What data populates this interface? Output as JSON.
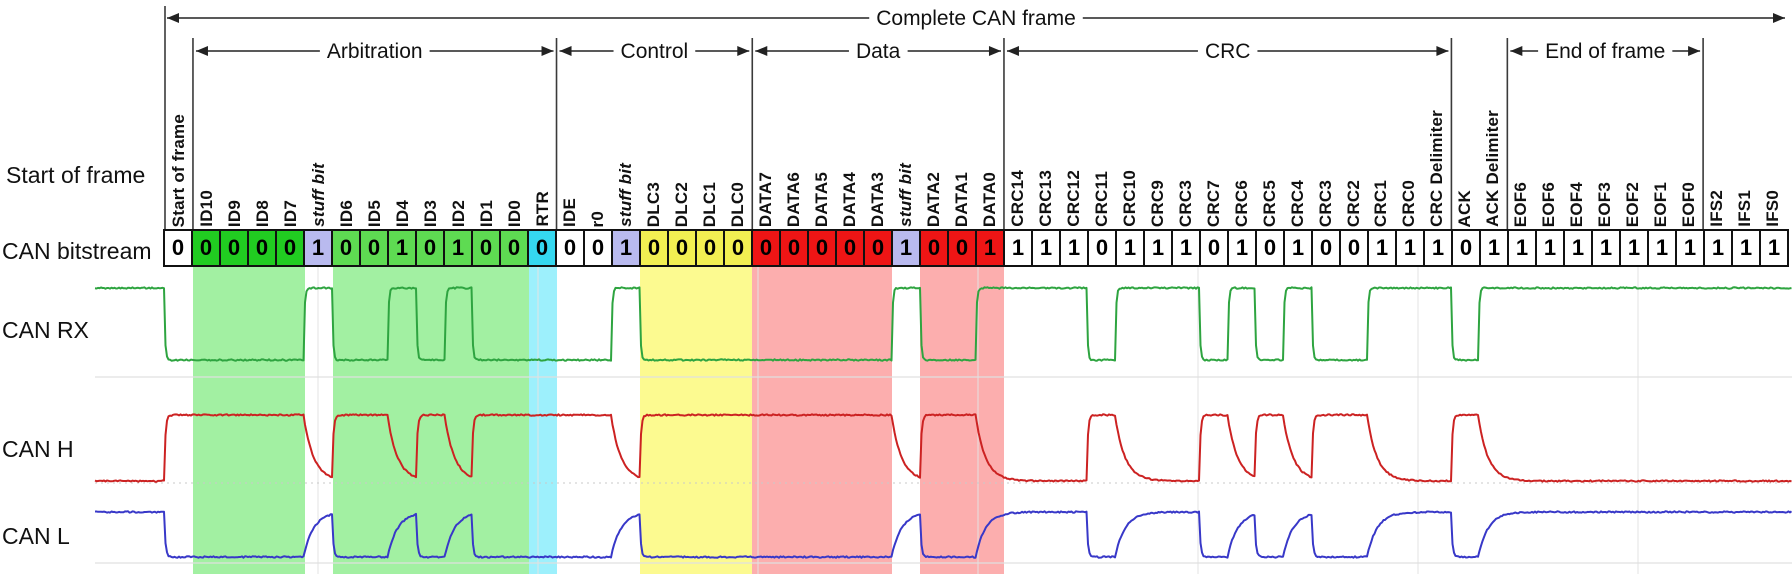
{
  "left_labels": {
    "start_of_frame": "Start of frame",
    "bitstream": "CAN bitstream",
    "rx": "CAN RX",
    "h": "CAN H",
    "l": "CAN L"
  },
  "frame_arrow_label": "Complete CAN frame",
  "sections": [
    {
      "label": "Arbitration",
      "from": 1,
      "to": 14
    },
    {
      "label": "Control",
      "from": 14,
      "to": 21
    },
    {
      "label": "Data",
      "from": 21,
      "to": 30
    },
    {
      "label": "CRC",
      "from": 30,
      "to": 46
    },
    {
      "label": "End of frame",
      "from": 48,
      "to": 55
    }
  ],
  "boundary_cells": [
    0,
    1,
    14,
    21,
    30,
    46,
    48,
    55
  ],
  "bits": [
    {
      "label": "Start of frame",
      "value": "0",
      "color": "white"
    },
    {
      "label": "ID10",
      "value": "0",
      "color": "green1"
    },
    {
      "label": "ID9",
      "value": "0",
      "color": "green1"
    },
    {
      "label": "ID8",
      "value": "0",
      "color": "green1"
    },
    {
      "label": "ID7",
      "value": "0",
      "color": "green1"
    },
    {
      "label": "stuff bit",
      "value": "1",
      "color": "lavender",
      "italic": true
    },
    {
      "label": "ID6",
      "value": "0",
      "color": "green2"
    },
    {
      "label": "ID5",
      "value": "0",
      "color": "green2"
    },
    {
      "label": "ID4",
      "value": "1",
      "color": "green2"
    },
    {
      "label": "ID3",
      "value": "0",
      "color": "green2"
    },
    {
      "label": "ID2",
      "value": "1",
      "color": "green2"
    },
    {
      "label": "ID1",
      "value": "0",
      "color": "green2"
    },
    {
      "label": "ID0",
      "value": "0",
      "color": "green2"
    },
    {
      "label": "RTR",
      "value": "0",
      "color": "cyan"
    },
    {
      "label": "IDE",
      "value": "0",
      "color": "white"
    },
    {
      "label": "r0",
      "value": "0",
      "color": "white"
    },
    {
      "label": "stuff bit",
      "value": "1",
      "color": "lavender",
      "italic": true
    },
    {
      "label": "DLC3",
      "value": "0",
      "color": "yellow"
    },
    {
      "label": "DLC2",
      "value": "0",
      "color": "yellow"
    },
    {
      "label": "DLC1",
      "value": "0",
      "color": "yellow"
    },
    {
      "label": "DLC0",
      "value": "0",
      "color": "yellow"
    },
    {
      "label": "DATA7",
      "value": "0",
      "color": "red"
    },
    {
      "label": "DATA6",
      "value": "0",
      "color": "red"
    },
    {
      "label": "DATA5",
      "value": "0",
      "color": "red"
    },
    {
      "label": "DATA4",
      "value": "0",
      "color": "red"
    },
    {
      "label": "DATA3",
      "value": "0",
      "color": "red"
    },
    {
      "label": "stuff bit",
      "value": "1",
      "color": "lavender",
      "italic": true
    },
    {
      "label": "DATA2",
      "value": "0",
      "color": "red"
    },
    {
      "label": "DATA1",
      "value": "0",
      "color": "red"
    },
    {
      "label": "DATA0",
      "value": "1",
      "color": "red"
    },
    {
      "label": "CRC14",
      "value": "1",
      "color": "white"
    },
    {
      "label": "CRC13",
      "value": "1",
      "color": "white"
    },
    {
      "label": "CRC12",
      "value": "1",
      "color": "white"
    },
    {
      "label": "CRC11",
      "value": "0",
      "color": "white"
    },
    {
      "label": "CRC10",
      "value": "1",
      "color": "white"
    },
    {
      "label": "CRC9",
      "value": "1",
      "color": "white"
    },
    {
      "label": "CRC3",
      "value": "1",
      "color": "white"
    },
    {
      "label": "CRC7",
      "value": "0",
      "color": "white"
    },
    {
      "label": "CRC6",
      "value": "1",
      "color": "white"
    },
    {
      "label": "CRC5",
      "value": "0",
      "color": "white"
    },
    {
      "label": "CRC4",
      "value": "1",
      "color": "white"
    },
    {
      "label": "CRC3",
      "value": "0",
      "color": "white"
    },
    {
      "label": "CRC2",
      "value": "0",
      "color": "white"
    },
    {
      "label": "CRC1",
      "value": "1",
      "color": "white"
    },
    {
      "label": "CRC0",
      "value": "1",
      "color": "white"
    },
    {
      "label": "CRC Delimiter",
      "value": "1",
      "color": "white"
    },
    {
      "label": "ACK",
      "value": "0",
      "color": "white"
    },
    {
      "label": "ACK Delimiter",
      "value": "1",
      "color": "white"
    },
    {
      "label": "EOF6",
      "value": "1",
      "color": "white"
    },
    {
      "label": "EOF6",
      "value": "1",
      "color": "white"
    },
    {
      "label": "EOF4",
      "value": "1",
      "color": "white"
    },
    {
      "label": "EOF3",
      "value": "1",
      "color": "white"
    },
    {
      "label": "EOF2",
      "value": "1",
      "color": "white"
    },
    {
      "label": "EOF1",
      "value": "1",
      "color": "white"
    },
    {
      "label": "EOF0",
      "value": "1",
      "color": "white"
    },
    {
      "label": "IFS2",
      "value": "1",
      "color": "white"
    },
    {
      "label": "IFS1",
      "value": "1",
      "color": "white"
    },
    {
      "label": "IFS0",
      "value": "1",
      "color": "white"
    }
  ],
  "bands": [
    {
      "from": 1,
      "to": 5,
      "color": "green"
    },
    {
      "from": 6,
      "to": 13,
      "color": "green"
    },
    {
      "from": 13,
      "to": 14,
      "color": "cyan"
    },
    {
      "from": 17,
      "to": 21,
      "color": "yellow"
    },
    {
      "from": 21,
      "to": 26,
      "color": "red"
    },
    {
      "from": 27,
      "to": 30,
      "color": "red"
    }
  ],
  "palette": {
    "cell": {
      "white": "#ffffff",
      "green1": "#21cc21",
      "green2": "#5edb52",
      "lavender": "#b9baef",
      "cyan": "#35d8f0",
      "yellow": "#f2ef52",
      "red": "#ee1515"
    },
    "band": {
      "green": "rgba(100,230,100,0.60)",
      "cyan": "rgba(60,225,250,0.50)",
      "yellow": "rgba(250,246,70,0.60)",
      "red": "rgba(250,100,100,0.52)"
    },
    "trace": {
      "rx": "#2ea440",
      "h": "#cc2222",
      "l": "#3838c8"
    }
  }
}
